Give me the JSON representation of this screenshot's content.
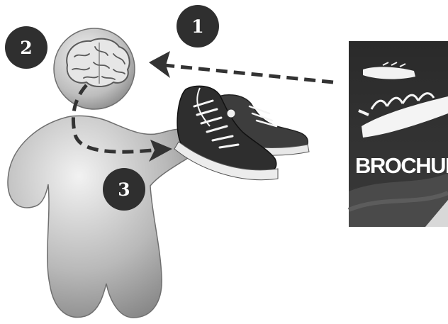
{
  "steps": [
    {
      "number": "1"
    },
    {
      "number": "2"
    },
    {
      "number": "3"
    }
  ],
  "brochure": {
    "title": "BROCHURE"
  },
  "icons": {
    "figure": "person-figure-icon",
    "brain": "brain-icon",
    "sneakers": "sneakers-icon",
    "brochure": "brochure-icon"
  }
}
